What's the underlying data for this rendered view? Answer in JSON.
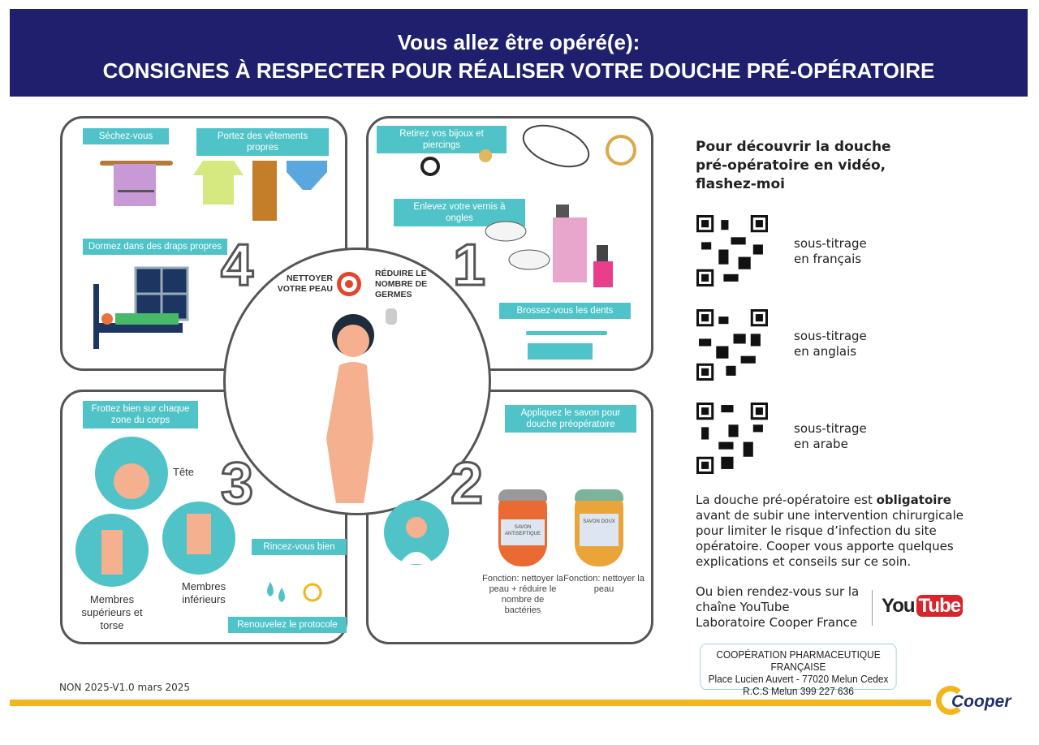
{
  "header": {
    "line1": "Vous allez être opéré(e):",
    "line2": "CONSIGNES À RESPECTER POUR RÉALISER VOTRE DOUCHE PRÉ-OPÉRATOIRE"
  },
  "center": {
    "clean": "NETTOYER VOTRE PEAU",
    "reduce": "RÉDUIRE LE NOMBRE DE GERMES"
  },
  "step1": {
    "number": "1",
    "tags": [
      "Retirez vos bijoux et piercings",
      "Enlevez votre vernis à ongles",
      "Brossez-vous les dents"
    ]
  },
  "step2": {
    "number": "2",
    "tag": "Appliquez le savon pour douche préopératoire",
    "soap1_label": "SAVON ANTISEPTIQUE",
    "soap2_label": "SAVON DOUX",
    "soap1_caption": "Fonction: nettoyer la peau + réduire le nombre de bactéries",
    "soap2_caption": "Fonction: nettoyer la peau"
  },
  "step3": {
    "number": "3",
    "tags": [
      "Frottez bien sur chaque zone du corps",
      "Rincez-vous bien",
      "Renouvelez le protocole"
    ],
    "zones": [
      "Tête",
      "Membres supérieurs et torse",
      "Membres inférieurs"
    ]
  },
  "step4": {
    "number": "4",
    "tags": [
      "Séchez-vous",
      "Portez des vêtements propres",
      "Dormez dans des draps propres"
    ]
  },
  "right": {
    "video_title": "Pour découvrir la douche pré-opératoire en vidéo, flashez-moi",
    "qr_labels": [
      "sous-titrage en français",
      "sous-titrage en anglais",
      "sous-titrage en arabe"
    ],
    "info_pre": "La douche pré-opératoire est ",
    "info_bold": "obligatoire",
    "info_post": " avant de subir une intervention chirurgicale pour limiter le risque d’infection du site opératoire. Cooper vous apporte quelques explications et conseils sur ce soin.",
    "youtube_text": "Ou bien rendez-vous sur la chaîne YouTube Laboratoire Cooper France",
    "youtube_logo_you": "You",
    "youtube_logo_tube": "Tube"
  },
  "address": {
    "line1": "COOPÉRATION PHARMACEUTIQUE FRANÇAISE",
    "line2": "Place Lucien Auvert - 77020 Melun Cedex",
    "line3": "R.C.S Melun 399 227 636"
  },
  "footer": {
    "ref": "NON 2025-V1.0 mars 2025",
    "brand": "Cooper"
  },
  "colors": {
    "navy": "#1f1f6e",
    "teal": "#4fc3c7",
    "yellow": "#f2b51c",
    "youtube_red": "#d7262b"
  }
}
